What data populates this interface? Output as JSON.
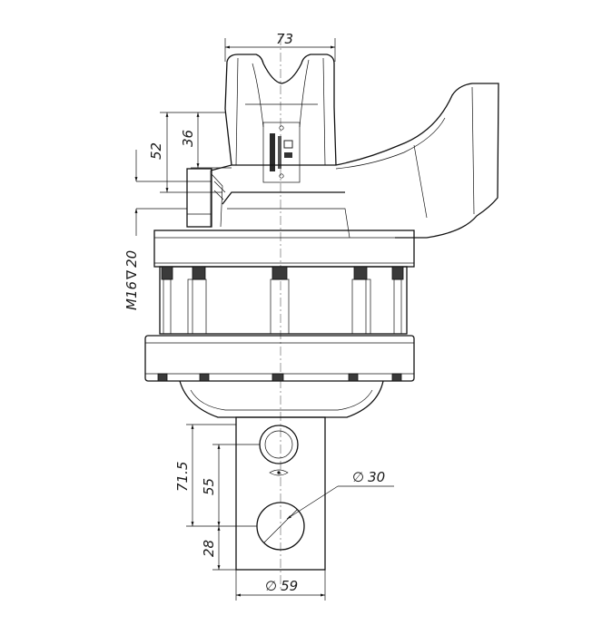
{
  "dimensions": {
    "top_width": "73",
    "height_52": "52",
    "height_36": "36",
    "thread": "M16",
    "thread_depth": "20",
    "shaft_71_5": "71.5",
    "shaft_55": "55",
    "shaft_28": "28",
    "hole_diameter": "30",
    "shaft_width": "59"
  },
  "symbols": {
    "diameter": "∅",
    "depth": "∇"
  }
}
